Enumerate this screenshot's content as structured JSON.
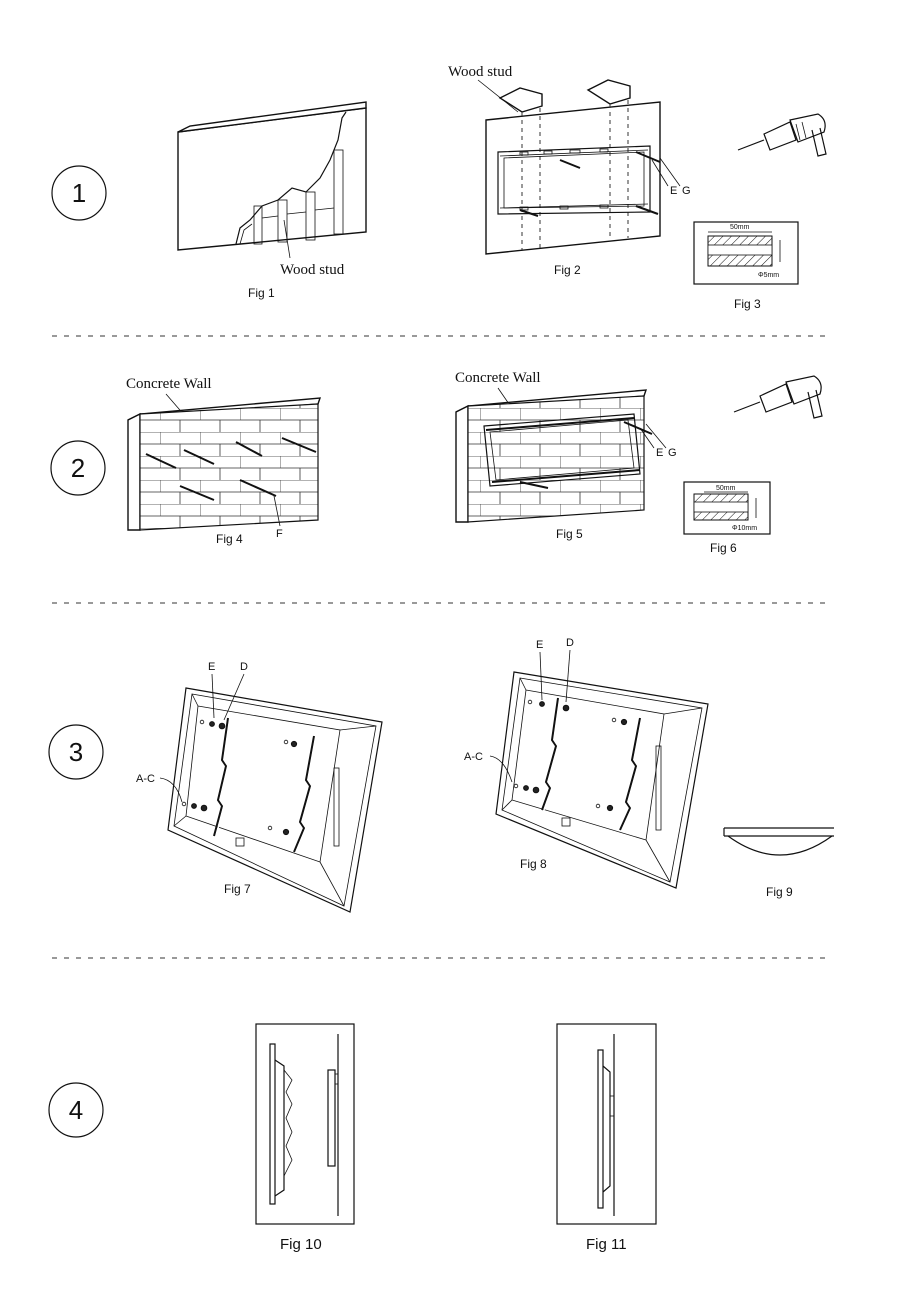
{
  "steps": [
    "1",
    "2",
    "3",
    "4"
  ],
  "labels": {
    "wood_stud": "Wood stud",
    "concrete_wall": "Concrete Wall",
    "e": "E",
    "g": "G",
    "f": "F",
    "d": "D",
    "ac": "A-C",
    "dim_50mm": "50mm",
    "dim_5mm": "Φ5mm",
    "dim_10mm": "Φ10mm"
  },
  "figures": {
    "fig1": "Fig 1",
    "fig2": "Fig 2",
    "fig3": "Fig 3",
    "fig4": "Fig 4",
    "fig5": "Fig 5",
    "fig6": "Fig 6",
    "fig7": "Fig 7",
    "fig8": "Fig 8",
    "fig9": "Fig 9",
    "fig10": "Fig 10",
    "fig11": "Fig 11"
  }
}
